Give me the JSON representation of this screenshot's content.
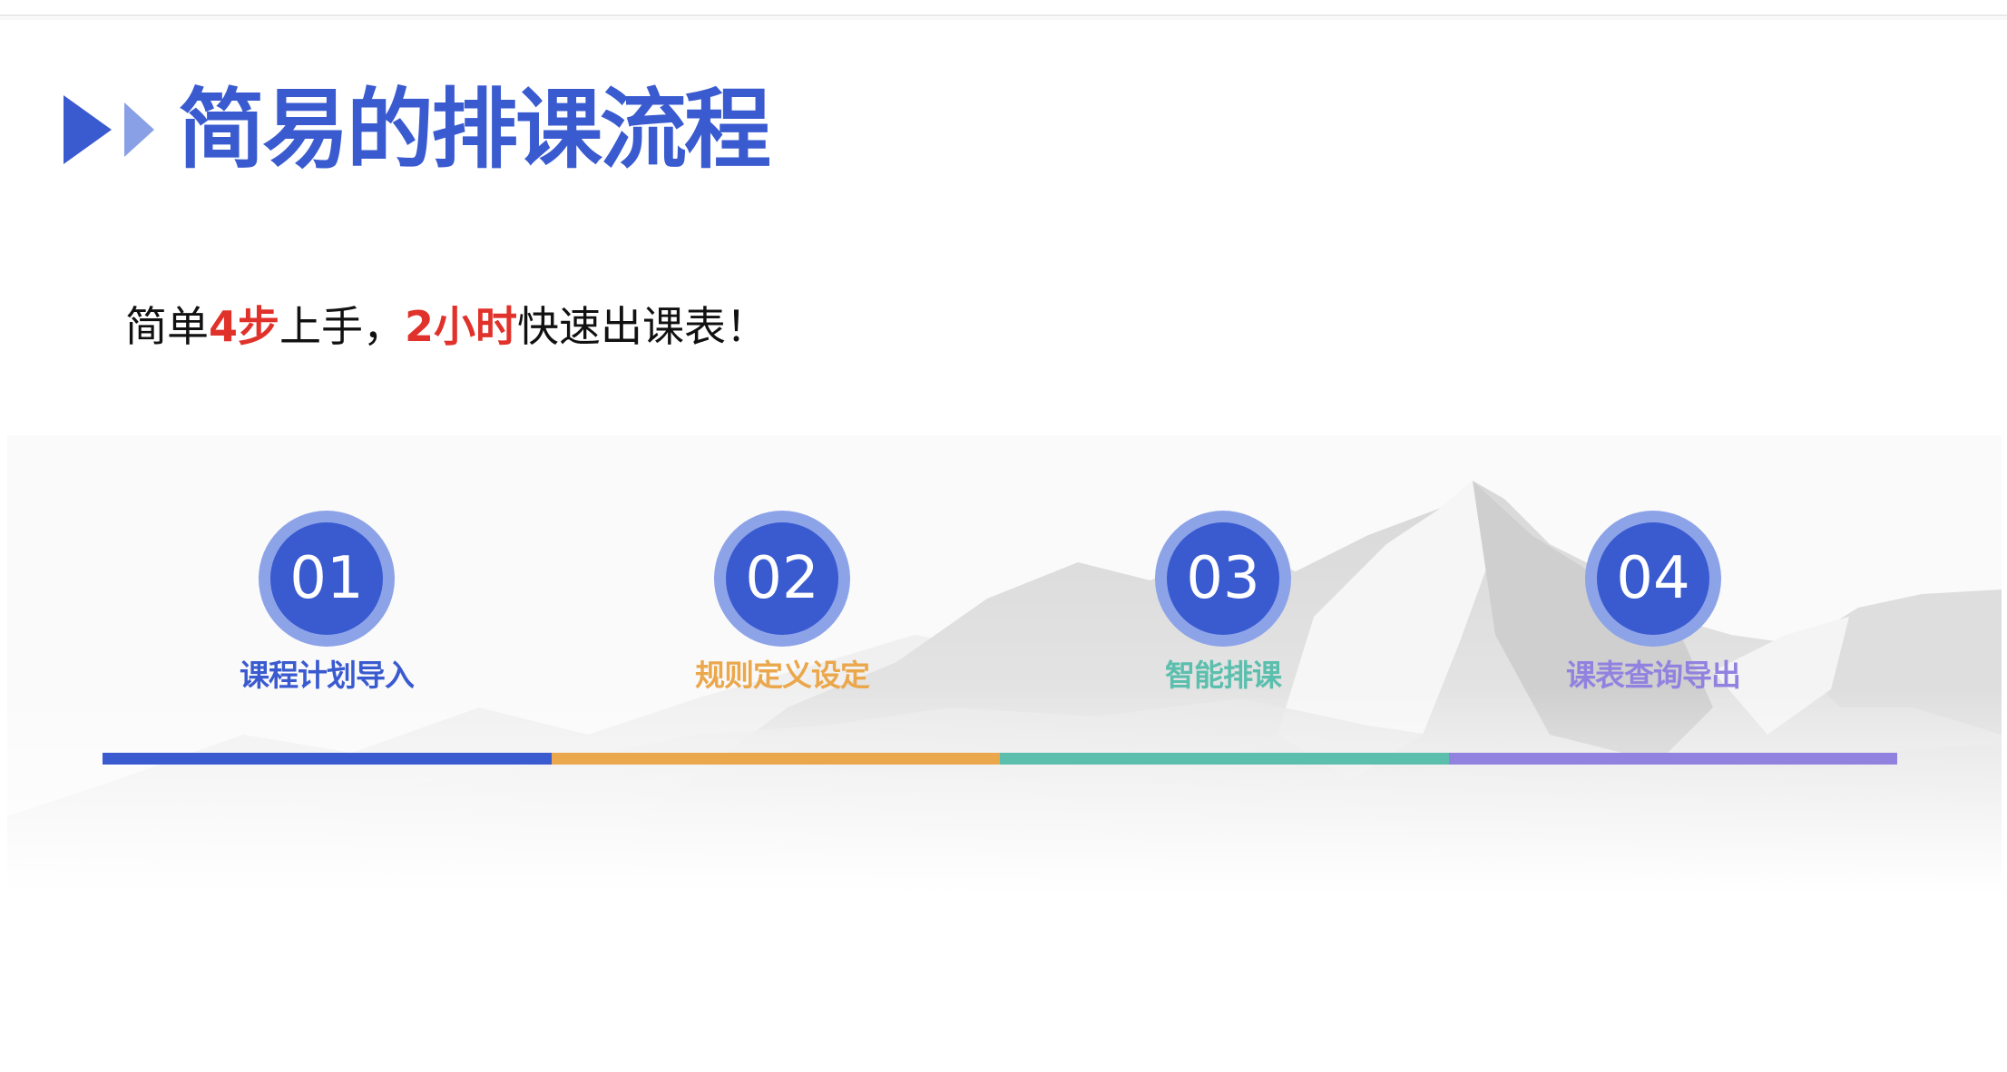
{
  "title": {
    "text": "简易的排课流程",
    "icon": "double-play-arrow-icon",
    "color": "#3a5bd0"
  },
  "subtitle": {
    "parts": [
      {
        "text": "简单",
        "highlight": false
      },
      {
        "text": "4步",
        "highlight": true
      },
      {
        "text": "上手，",
        "highlight": false
      },
      {
        "text": "2小时",
        "highlight": true
      },
      {
        "text": "快速出课表！",
        "highlight": false
      }
    ],
    "highlight_color": "#e0322a"
  },
  "steps": [
    {
      "number": "01",
      "label": "课程计划导入",
      "color": "#3a5bd0"
    },
    {
      "number": "02",
      "label": "规则定义设定",
      "color": "#eba74c"
    },
    {
      "number": "03",
      "label": "智能排课",
      "color": "#5cbfae"
    },
    {
      "number": "04",
      "label": "课表查询导出",
      "color": "#9182e0"
    }
  ],
  "circle_colors": {
    "outer": "#8da3e8",
    "inner": "#3a5bd0"
  }
}
